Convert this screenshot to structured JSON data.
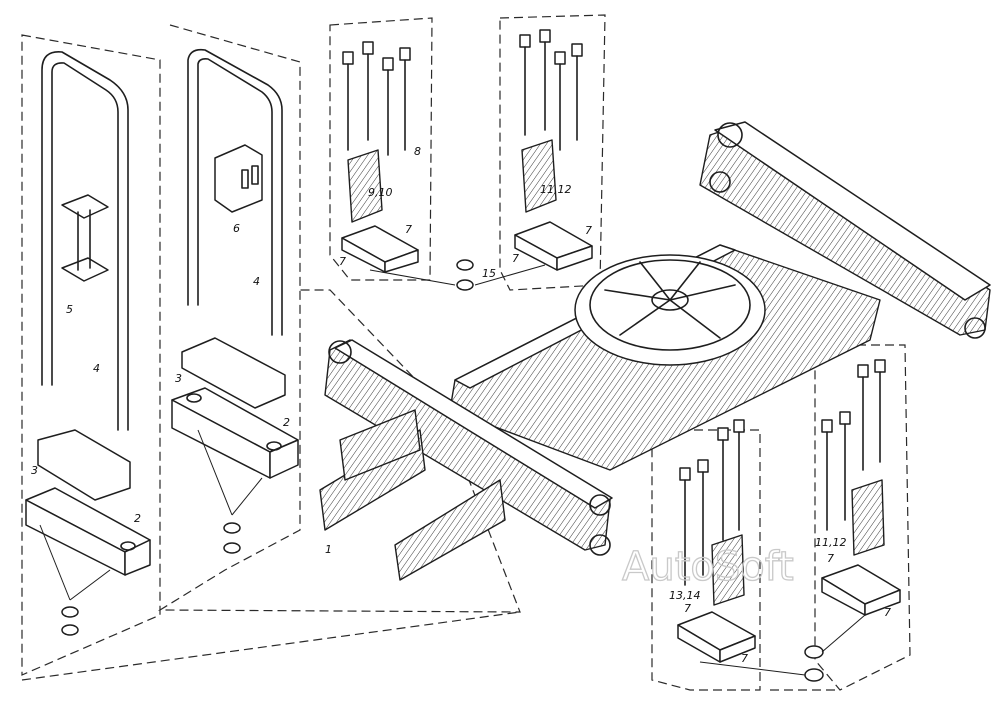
{
  "watermark": "AutoSoft",
  "labels": {
    "l1": "1",
    "l2a": "2",
    "l2b": "2",
    "l3a": "3",
    "l3b": "3",
    "l4a": "4",
    "l4b": "4",
    "l5": "5",
    "l6": "6",
    "l7a": "7",
    "l7b": "7",
    "l7c": "7",
    "l7d": "7",
    "l7e": "7",
    "l7f": "7",
    "l7g": "7",
    "l7h": "7",
    "l8": "8",
    "l910": "9,10",
    "l1112a": "11,12",
    "l1112b": "11,12",
    "l1314": "13,14",
    "l15": "15"
  }
}
